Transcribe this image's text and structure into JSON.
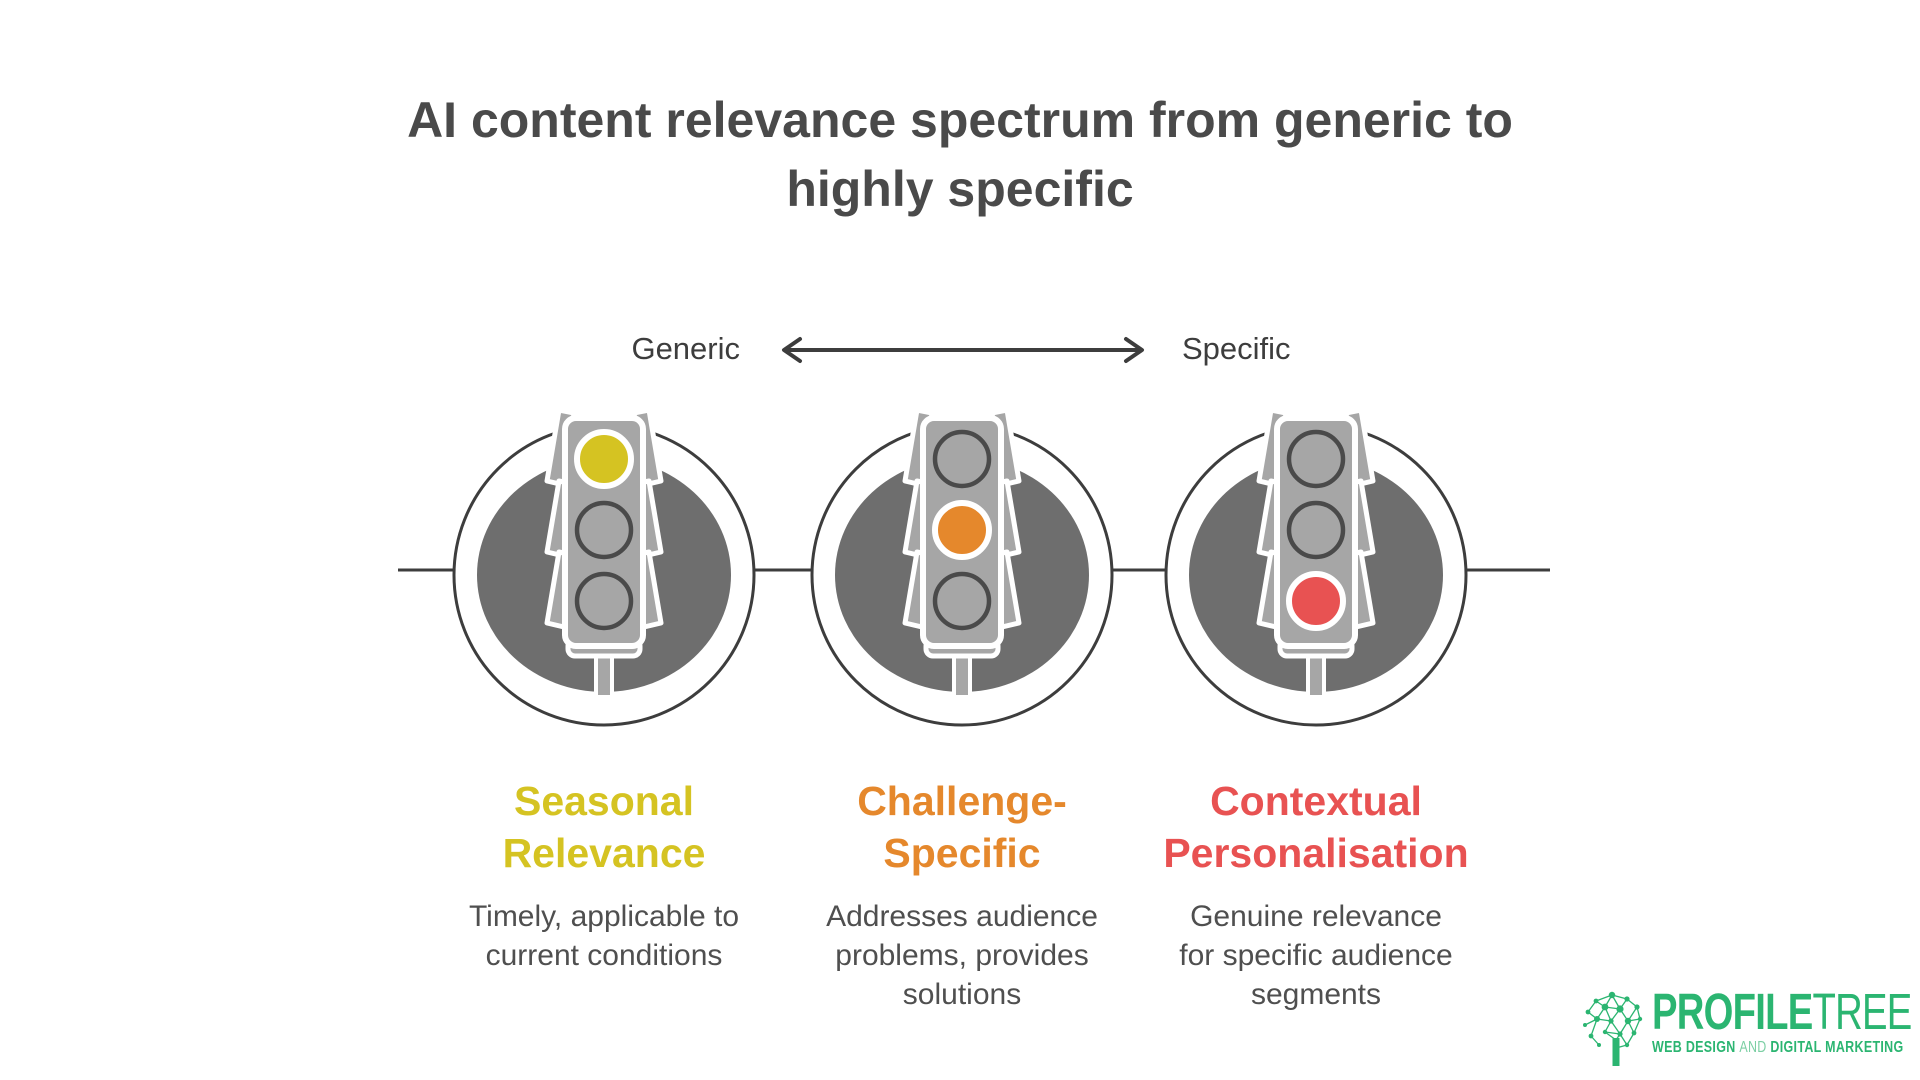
{
  "title": {
    "lines": [
      "AI content relevance spectrum from generic to",
      "highly specific"
    ]
  },
  "spectrum": {
    "left_label": "Generic",
    "right_label": "Specific"
  },
  "stages": [
    {
      "icon": "traffic-light-icon",
      "light_position": "top",
      "color": "#d5c322",
      "name": [
        "Seasonal",
        "Relevance"
      ],
      "description": [
        "Timely, applicable to",
        "current conditions"
      ]
    },
    {
      "icon": "traffic-light-icon",
      "light_position": "middle",
      "color": "#e5882c",
      "name": [
        "Challenge-",
        "Specific"
      ],
      "description": [
        "Addresses audience",
        "problems, provides",
        "solutions"
      ]
    },
    {
      "icon": "traffic-light-icon",
      "light_position": "bottom",
      "color": "#e85252",
      "name": [
        "Contextual",
        "Personalisation"
      ],
      "description": [
        "Genuine relevance",
        "for specific audience",
        "segments"
      ]
    }
  ],
  "logo": {
    "icon": "profiletree-tree-icon",
    "brand_bold": "PROFILE",
    "brand_light": "TREE",
    "tagline_web": "WEB DESIGN",
    "tagline_and": "AND",
    "tagline_marketing": "DIGITAL MARKETING",
    "green": "#2bb571"
  },
  "palette": {
    "title_text": "#4a4a4a",
    "body_text": "#4f4f4f",
    "outline_gray": "#3d3d3d",
    "disc_gray": "#6e6e6e",
    "light_body_gray": "#a6a6a6"
  }
}
